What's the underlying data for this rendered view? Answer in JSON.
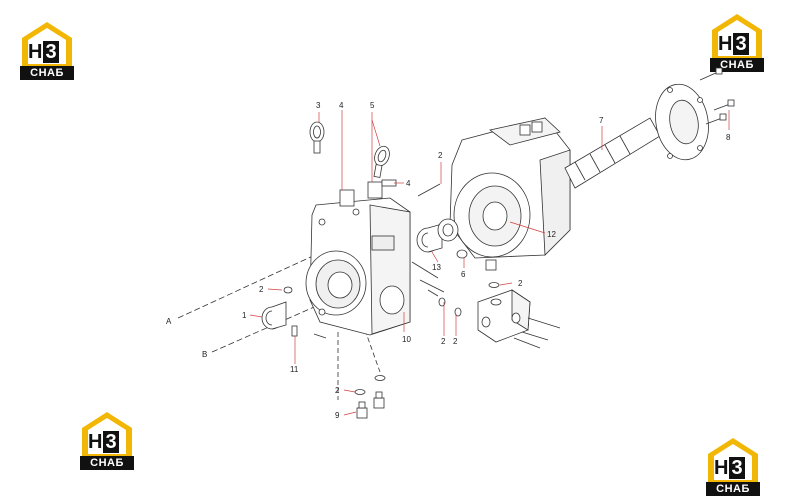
{
  "logos": [
    {
      "mark_left": "Н",
      "mark_right": "3",
      "caption": "СНАБ"
    },
    {
      "mark_left": "Н",
      "mark_right": "3",
      "caption": "СНАБ"
    },
    {
      "mark_left": "Н",
      "mark_right": "3",
      "caption": "СНАБ"
    },
    {
      "mark_left": "Н",
      "mark_right": "3",
      "caption": "СНАБ"
    }
  ],
  "colors": {
    "logo_yellow": "#f2b705",
    "logo_black": "#111111",
    "leader_red": "#d04040",
    "line": "#333333"
  },
  "callouts": {
    "c3": "3",
    "c4a": "4",
    "c5": "5",
    "c4b": "4",
    "c2a": "2",
    "c7": "7",
    "c8": "8",
    "c12": "12",
    "c13": "13",
    "c6": "6",
    "c2b": "2",
    "c2c": "2",
    "cA": "A",
    "c1": "1",
    "cB": "B",
    "c11": "11",
    "c10": "10",
    "c2d": "2",
    "c2e": "2",
    "c2f": "2",
    "c9": "9"
  }
}
